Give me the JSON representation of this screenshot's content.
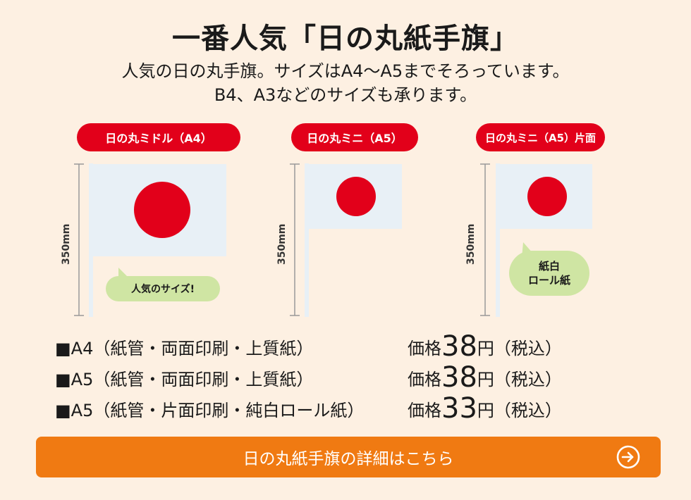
{
  "heading": {
    "title": "一番人気「日の丸紙手旗」",
    "line1": "人気の日の丸手旗。サイズはA4～A5までそろっています。",
    "line2": "B4、A3などのサイズも承ります。"
  },
  "products": [
    {
      "badge": "日の丸ミドル（A4）",
      "dimension": "350mm",
      "bubble": "人気のサイズ!"
    },
    {
      "badge": "日の丸ミニ（A5）",
      "dimension": "350mm"
    },
    {
      "badge": "日の丸ミニ（A5）片面",
      "dimension": "350mm",
      "bubble_lines": [
        "紙白",
        "ロール紙"
      ]
    }
  ],
  "prices": [
    {
      "desc": "■A4（紙管・両面印刷・上質紙）",
      "label": "価格",
      "amount": "38",
      "suffix": "円（税込）"
    },
    {
      "desc": "■A5（紙管・両面印刷・上質紙）",
      "label": "価格",
      "amount": "38",
      "suffix": "円（税込）"
    },
    {
      "desc": "■A5（紙管・片面印刷・純白ロール紙）",
      "label": "価格",
      "amount": "33",
      "suffix": "円（税込）"
    }
  ],
  "cta": {
    "label": "日の丸紙手旗の詳細はこちら",
    "icon": "arrow-right-circle-icon"
  },
  "colors": {
    "background": "#fdf0e2",
    "badge": "#e2001a",
    "bubble": "#cfe5a3",
    "cta": "#f07a12",
    "flag_sun": "#e2001a",
    "flag_field": "#e8f0f6"
  }
}
